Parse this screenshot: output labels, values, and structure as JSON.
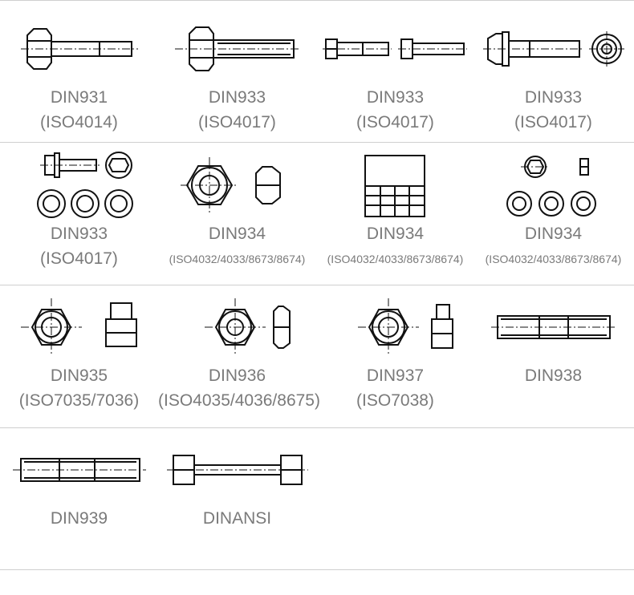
{
  "products": [
    {
      "code": "DIN931",
      "iso": "(ISO4014)",
      "icon": "hex-bolt-partial-thread-icon"
    },
    {
      "code": "DIN933",
      "iso": "(ISO4017)",
      "icon": "hex-bolt-full-thread-icon"
    },
    {
      "code": "DIN933",
      "iso": "(ISO4017)",
      "icon": "slotted-screw-icon"
    },
    {
      "code": "DIN933",
      "iso": "(ISO4017)",
      "icon": "flange-bolt-icon"
    },
    {
      "code": "DIN933",
      "iso": "(ISO4017)",
      "icon": "flange-bolt-serrated-icon"
    },
    {
      "code": "DIN934",
      "iso": "(ISO4032/4033/8673/8674)",
      "icon": "hex-nut-icon"
    },
    {
      "code": "DIN934",
      "iso": "(ISO4032/4033/8673/8674)",
      "icon": "assortment-box-icon"
    },
    {
      "code": "DIN934",
      "iso": "(ISO4032/4033/8673/8674)",
      "icon": "flange-nut-icon"
    },
    {
      "code": "DIN935",
      "iso": "(ISO7035/7036)",
      "icon": "castle-nut-icon"
    },
    {
      "code": "DIN936",
      "iso": "(ISO4035/4036/8675)",
      "icon": "thin-hex-nut-icon"
    },
    {
      "code": "DIN937",
      "iso": "(ISO7038)",
      "icon": "castle-nut-thin-icon"
    },
    {
      "code": "DIN938",
      "iso": "",
      "icon": "stud-bolt-icon"
    },
    {
      "code": "DIN939",
      "iso": "",
      "icon": "stud-bolt-long-icon"
    },
    {
      "code": "DINANSI",
      "iso": "",
      "icon": "threaded-rod-with-nuts-icon"
    }
  ]
}
